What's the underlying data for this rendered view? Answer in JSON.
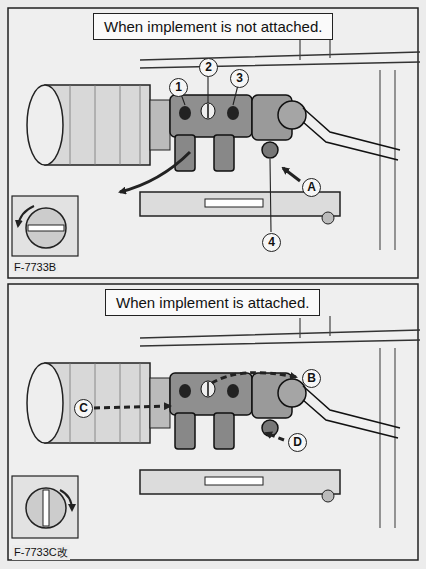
{
  "diagram": {
    "nodes": [
      {
        "text": [
          "When implement is not attached."
        ]
      },
      {
        "text": [
          "1"
        ]
      },
      {
        "text": [
          "2"
        ]
      },
      {
        "text": [
          "3"
        ]
      },
      {
        "text": [
          "A"
        ]
      },
      {
        "text": [
          "4"
        ]
      },
      {
        "text": [
          "When implement is attached."
        ]
      },
      {
        "text": [
          "B"
        ]
      },
      {
        "text": [
          "C"
        ]
      },
      {
        "text": [
          "D"
        ]
      }
    ],
    "labels": [
      "F-7733B",
      "F-7733C改"
    ]
  }
}
